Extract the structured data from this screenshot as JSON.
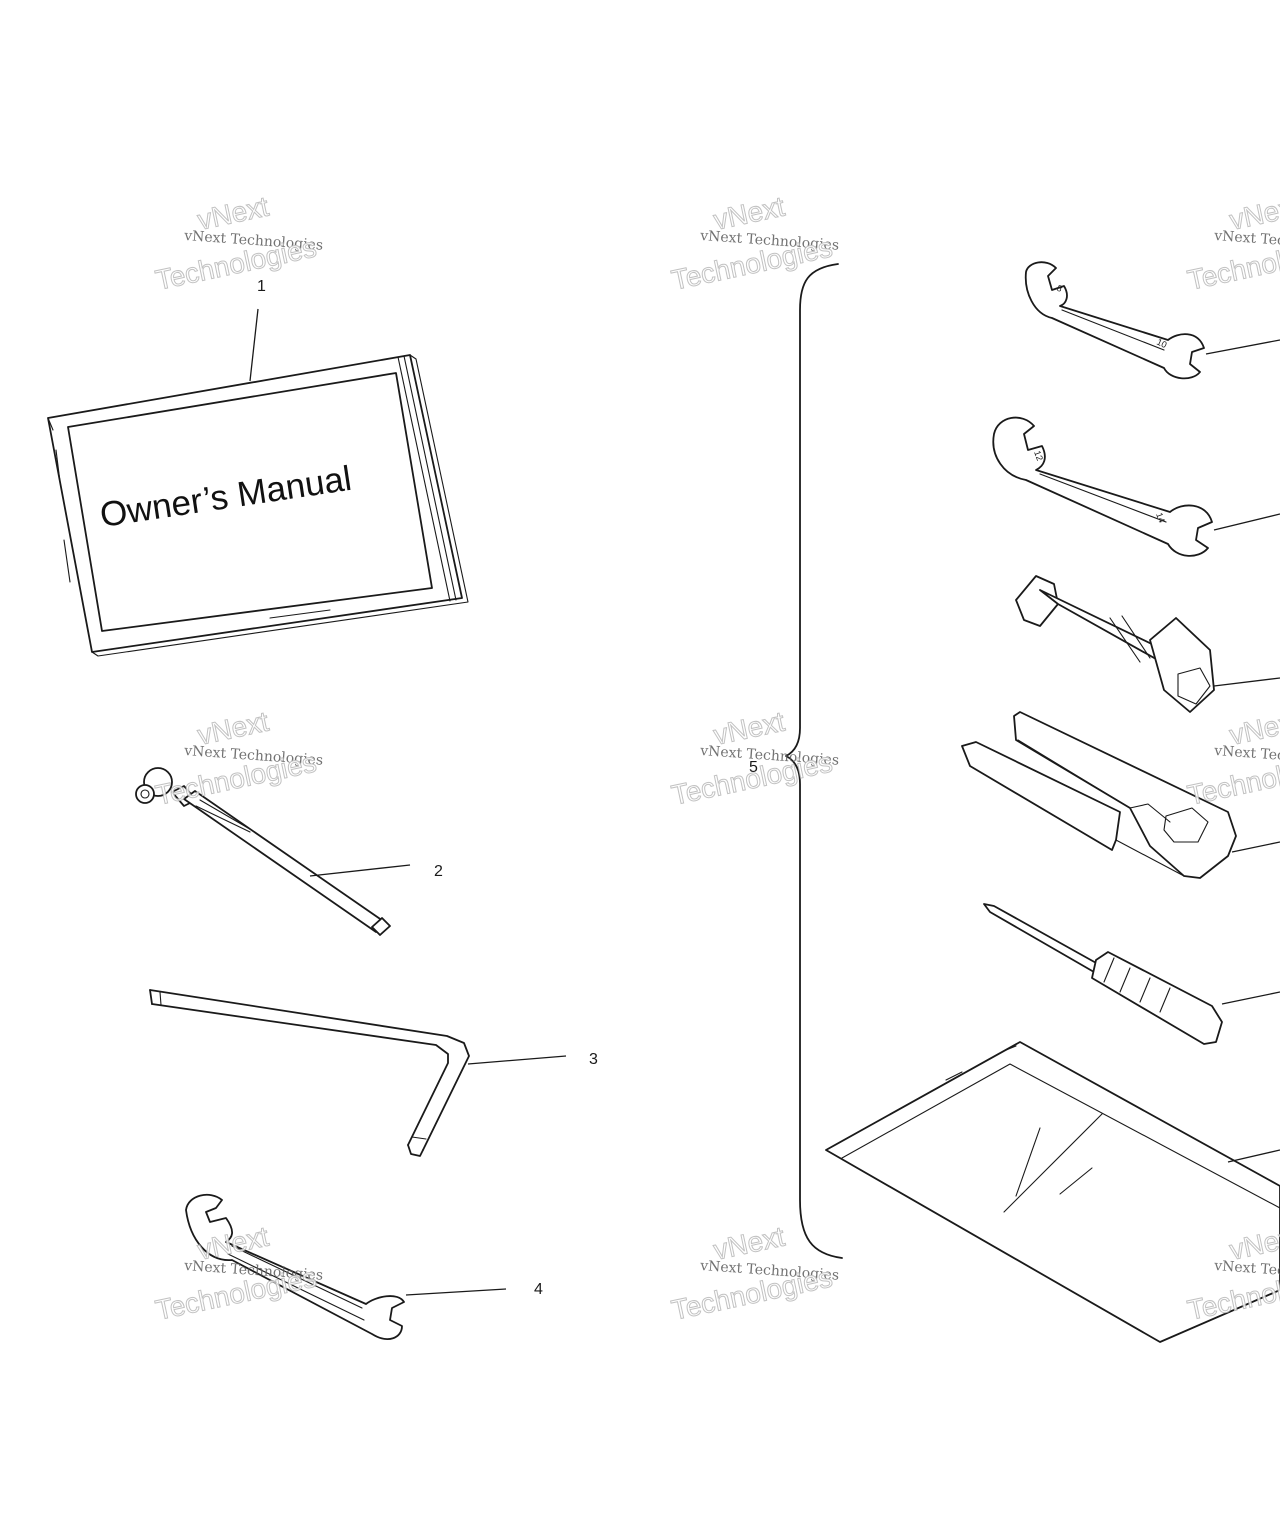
{
  "manual": {
    "title": "Owner’s Manual"
  },
  "callouts": [
    "1",
    "2",
    "3",
    "4",
    "5"
  ],
  "watermark": {
    "line1": "vNext Technologies",
    "line2": "vNext",
    "line3": "Technologies"
  },
  "wrench_sizes": {
    "top_a": "8",
    "top_b": "10",
    "mid_a": "12",
    "mid_b": "14"
  }
}
